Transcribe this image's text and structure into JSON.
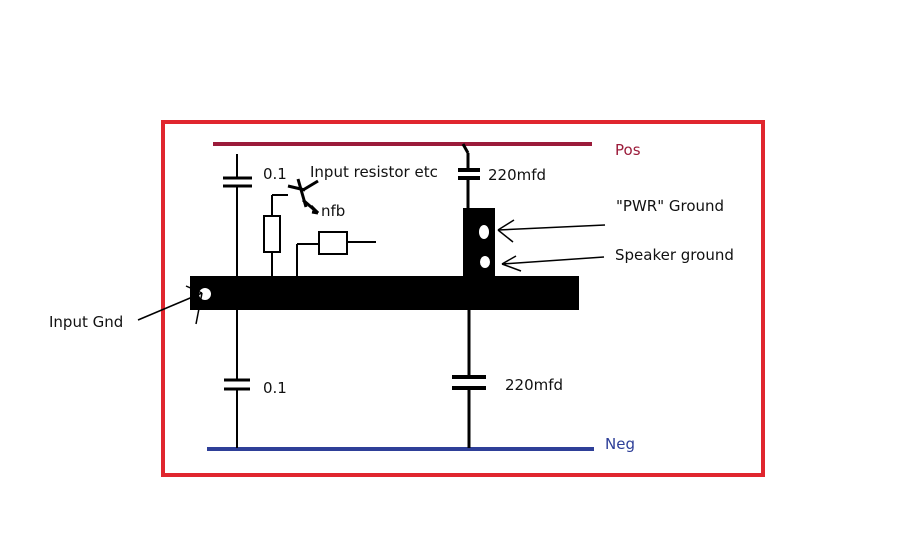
{
  "labels": {
    "pos": "Pos",
    "neg": "Neg",
    "cap_top_left": "0.1",
    "cap_bottom_left": "0.1",
    "cap_top_right": "220mfd",
    "cap_bottom_right": "220mfd",
    "input_resistor": "Input resistor etc",
    "nfb": "nfb",
    "pwr_ground": "\"PWR\" Ground",
    "speaker_ground": "Speaker ground",
    "input_gnd": "Input Gnd"
  },
  "colors": {
    "frame": "#e0262e",
    "pos_rail": "#9b1b3a",
    "neg_rail": "#2e3f98",
    "ground_bar": "#000000"
  }
}
